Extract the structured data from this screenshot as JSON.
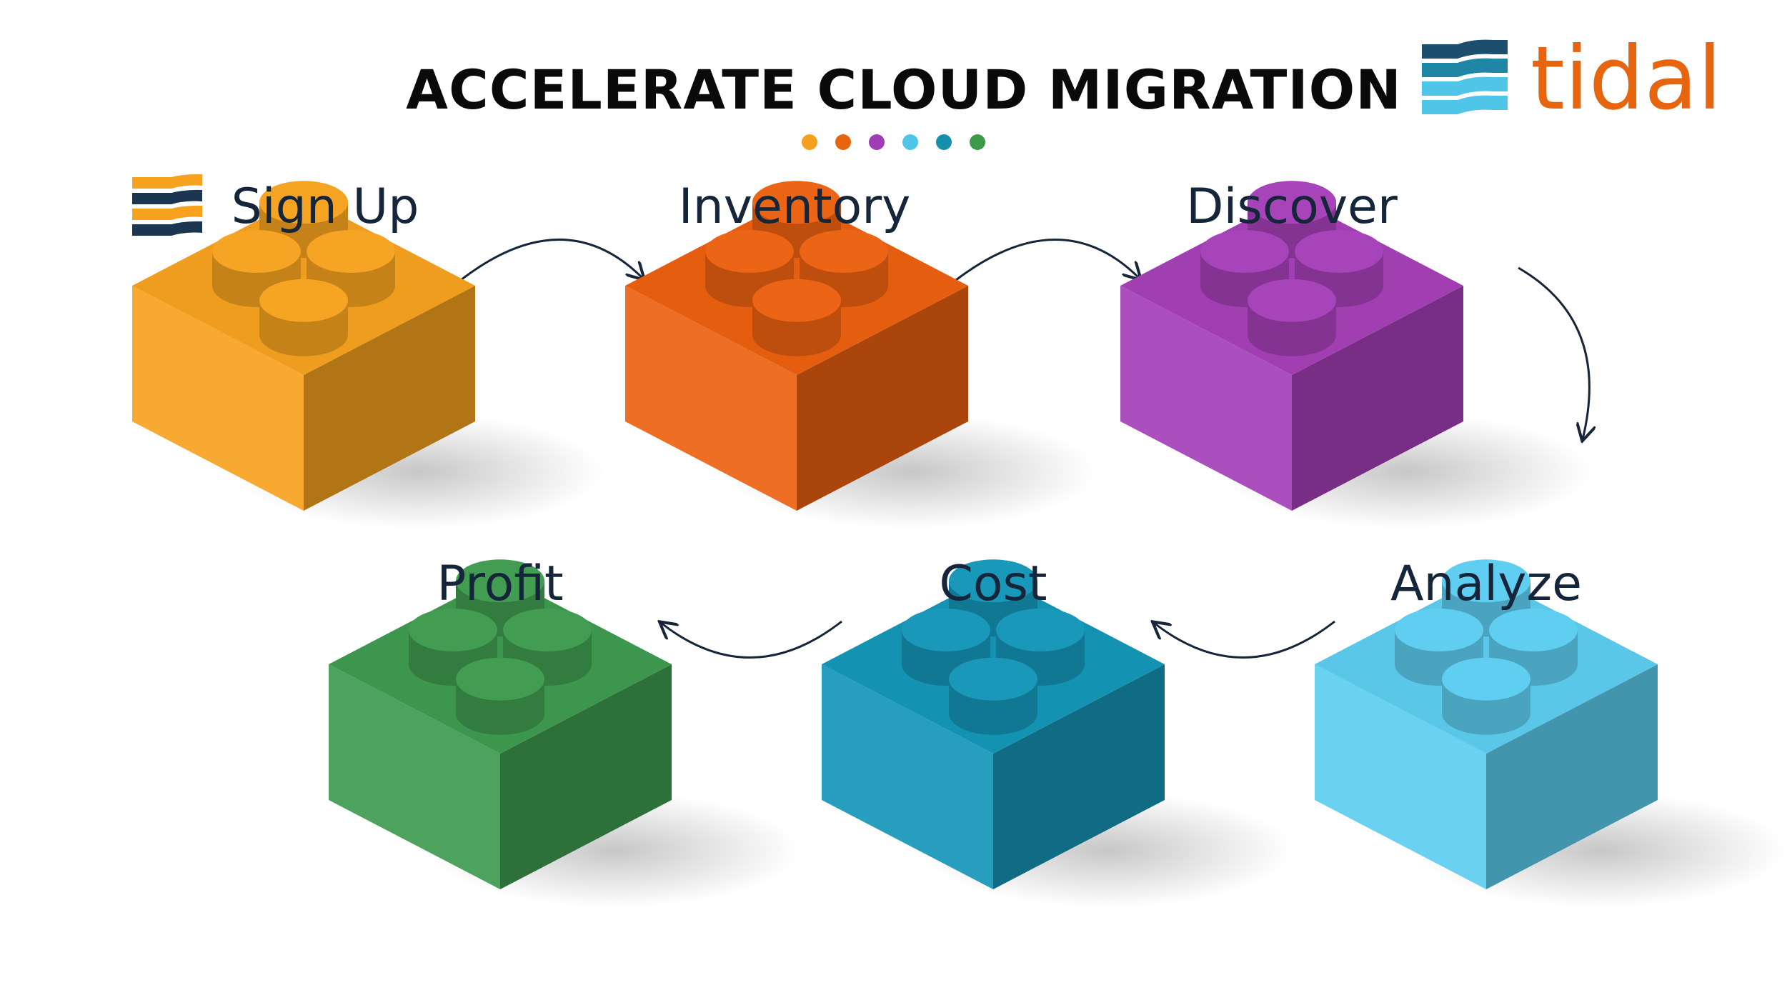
{
  "title": "ACCELERATE CLOUD MIGRATION",
  "brand": {
    "name": "tidal",
    "name_color": "#e8650f",
    "mark_colors": [
      "#1c4f6e",
      "#1f86a6",
      "#4fc6e8"
    ]
  },
  "indicator_dots": [
    {
      "color": "#f5a01c"
    },
    {
      "color": "#e8650f"
    },
    {
      "color": "#a03cb5"
    },
    {
      "color": "#4fc6e8"
    },
    {
      "color": "#1490ad"
    },
    {
      "color": "#3c9a4b"
    }
  ],
  "steps": [
    {
      "label": "Sign Up",
      "color": "#f6a21f",
      "icon": "tidal-stripes-icon"
    },
    {
      "label": "Inventory",
      "color": "#ec6110"
    },
    {
      "label": "Discover",
      "color": "#a540b8"
    },
    {
      "label": "Analyze",
      "color": "#5dcdf0"
    },
    {
      "label": "Cost",
      "color": "#1596b8"
    },
    {
      "label": "Profit",
      "color": "#3e9b4f"
    }
  ],
  "flow": "Sign Up → Inventory → Discover → Analyze → Cost → Profit"
}
